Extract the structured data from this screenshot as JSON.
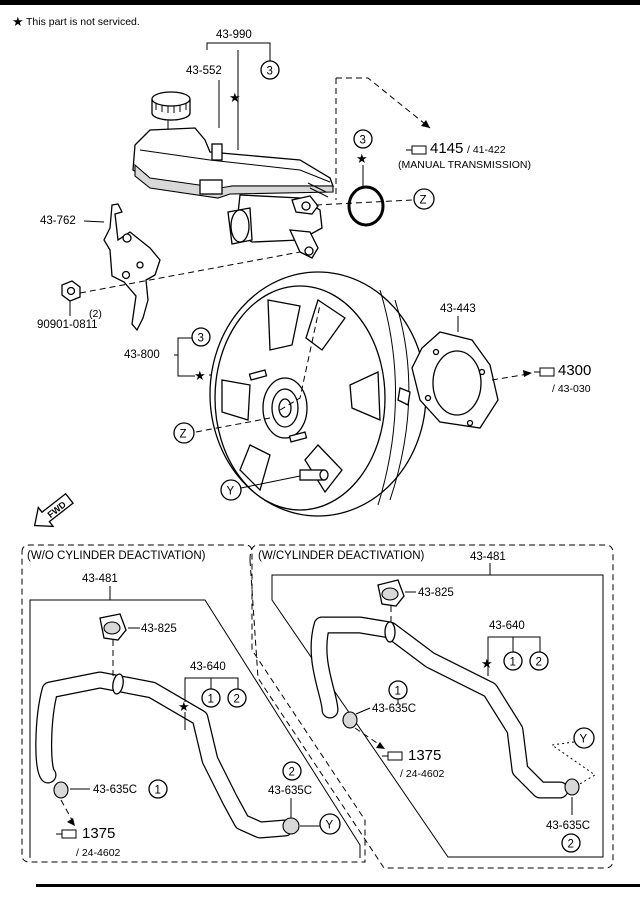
{
  "note": "This part is not serviced.",
  "master_cylinder": {
    "assy_code": "43-990",
    "cap_code": "43-552",
    "qty": "3",
    "o_ring_qty": "3",
    "ref_num": "4145",
    "ref_sub": "/ 41-422",
    "ref_note": "(MANUAL TRANSMISSION)",
    "bracket_code": "43-762",
    "nut_qty": "(2)",
    "nut_code": "90901-0811"
  },
  "booster": {
    "code": "43-800",
    "qty": "3",
    "gasket_code": "43-443",
    "ref_num": "4300",
    "ref_sub": "/ 43-030",
    "fwd_label": "FWD"
  },
  "markers": {
    "z": "Z",
    "y": "Y"
  },
  "left_panel": {
    "title": "(W/O CYLINDER DEACTIVATION)",
    "hose_code": "43-481",
    "clip_code": "43-825",
    "group_code": "43-640",
    "qty1": "1",
    "qty2": "2",
    "clamp1_code": "43-635C",
    "clamp2_code": "43-635C",
    "ref_num": "1375",
    "ref_sub": "/ 24-4602"
  },
  "right_panel": {
    "title": "(W/CYLINDER DEACTIVATION)",
    "hose_code": "43-481",
    "clip_code": "43-825",
    "group_code": "43-640",
    "qty1": "1",
    "qty2": "2",
    "clamp1_code": "43-635C",
    "clamp2_code": "43-635C",
    "ref_num": "1375",
    "ref_sub": "/ 24-4602"
  }
}
